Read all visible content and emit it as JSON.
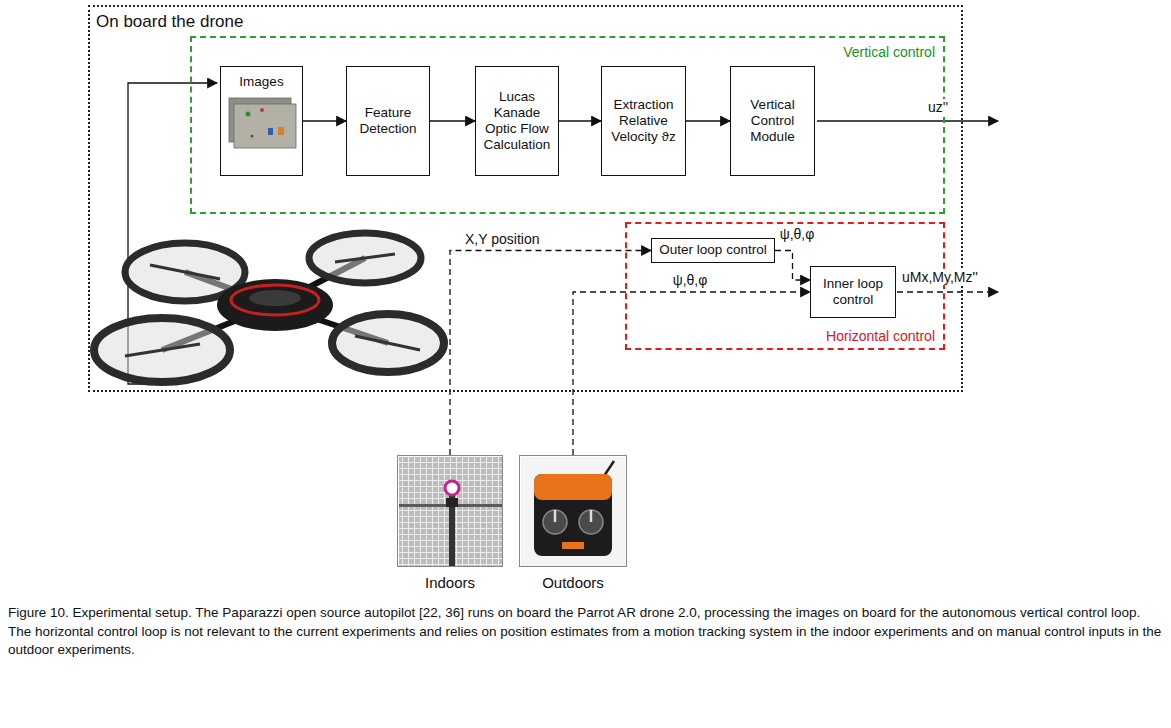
{
  "diagram": {
    "caption": "Figure 10. Experimental setup. The Paparazzi open source autopilot [22, 36] runs on board the Parrot AR drone 2.0, processing the images on board for the autonomous vertical control loop. The horizontal control loop is not relevant to the current experiments and relies on position estimates from a motion tracking system in the indoor experiments and on manual control inputs in the outdoor experiments.",
    "nodes": [
      {
        "text": [
          "On board the drone"
        ]
      },
      {
        "text": [
          "Vertical control"
        ],
        "in": 0
      },
      {
        "text": [
          "Images"
        ],
        "in": 1
      },
      {
        "text": [
          "Feature Detection"
        ],
        "in": 1
      },
      {
        "text": [
          "Lucas Kanade Optic Flow Calculation"
        ],
        "in": 1
      },
      {
        "text": [
          "Extraction Relative Velocity ϑz"
        ],
        "in": 1
      },
      {
        "text": [
          "Vertical Control Module"
        ],
        "in": 1
      },
      {
        "text": [
          "Horizontal control"
        ],
        "in": 0
      },
      {
        "text": [
          "Outer loop control"
        ],
        "in": 7
      },
      {
        "text": [
          "Inner loop control"
        ],
        "in": 7
      },
      {
        "text": [
          "Indoors"
        ]
      },
      {
        "text": [
          "Outdoors"
        ]
      }
    ],
    "edges": [
      {
        "from": 2,
        "to": 3,
        "arrow": "to"
      },
      {
        "from": 3,
        "to": 4,
        "arrow": "to"
      },
      {
        "from": 4,
        "to": 5,
        "arrow": "to"
      },
      {
        "from": 5,
        "to": 6,
        "arrow": "to"
      },
      {
        "from": 8,
        "to": 9,
        "label": "ψ,θ,φ",
        "arrow": "to"
      },
      {
        "from": 10,
        "to": 8,
        "label": "X,Y position",
        "arrow": "to"
      },
      {
        "from": 11,
        "to": 9,
        "label": "ψ,θ,φ",
        "arrow": "to"
      }
    ],
    "labels": [
      "uz''",
      "uMx,My,Mz''"
    ]
  }
}
